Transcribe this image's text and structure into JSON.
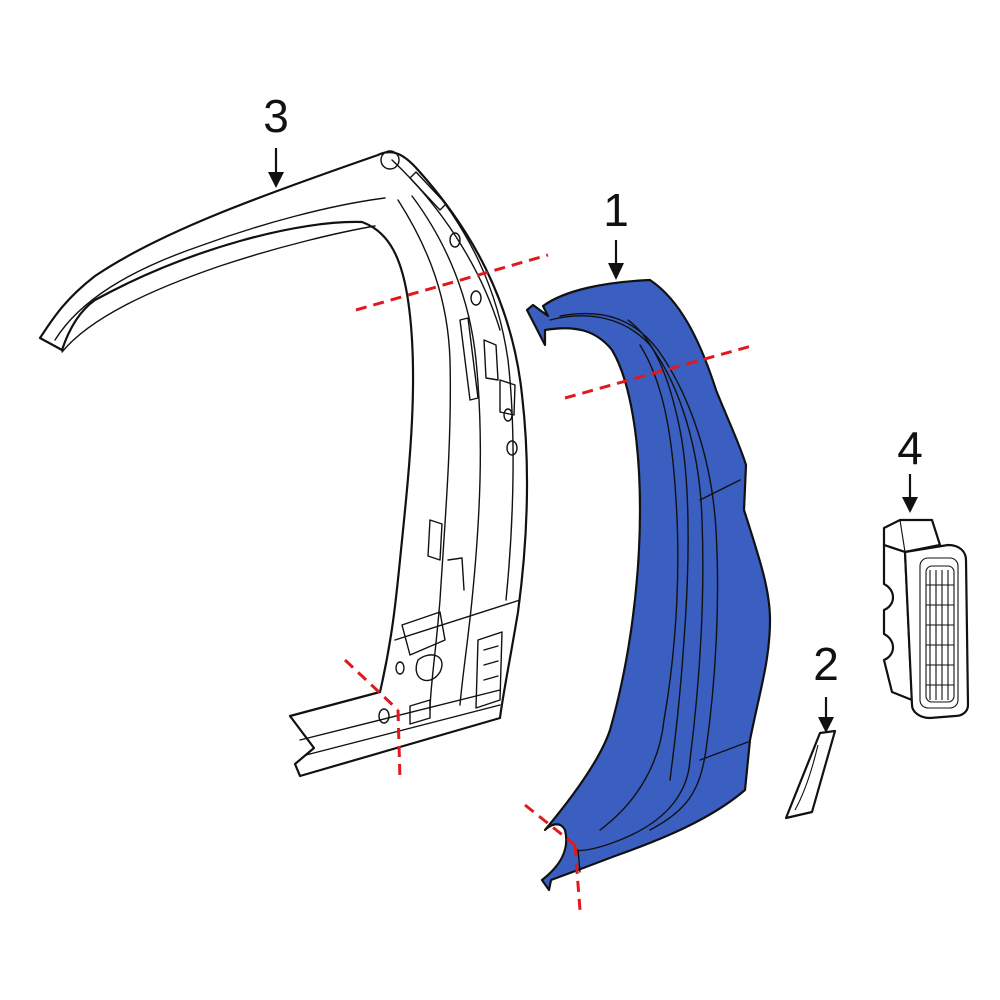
{
  "diagram": {
    "callouts": [
      {
        "id": "1",
        "label": "1"
      },
      {
        "id": "2",
        "label": "2"
      },
      {
        "id": "3",
        "label": "3"
      },
      {
        "id": "4",
        "label": "4"
      }
    ],
    "colors": {
      "highlight_part": "#3a5fc1",
      "cut_lines": "#e0191f",
      "outline": "#111111",
      "background": "#ffffff"
    }
  }
}
